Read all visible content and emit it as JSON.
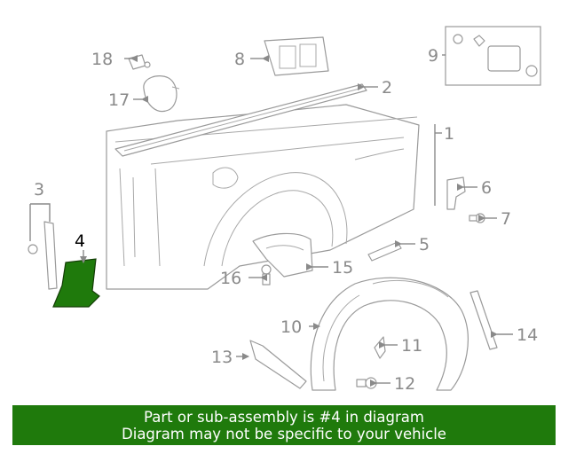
{
  "highlight_color": "#1f7a0c",
  "selected_callout": "4",
  "callouts": {
    "c1": "1",
    "c2": "2",
    "c3": "3",
    "c4": "4",
    "c5": "5",
    "c6": "6",
    "c7": "7",
    "c8": "8",
    "c9": "9",
    "c10": "10",
    "c11": "11",
    "c12": "12",
    "c13": "13",
    "c14": "14",
    "c15": "15",
    "c16": "16",
    "c17": "17",
    "c18": "18"
  },
  "banner": {
    "line1": "Part or sub-assembly is #4 in diagram",
    "line2": "Diagram may not be specific to your vehicle"
  }
}
